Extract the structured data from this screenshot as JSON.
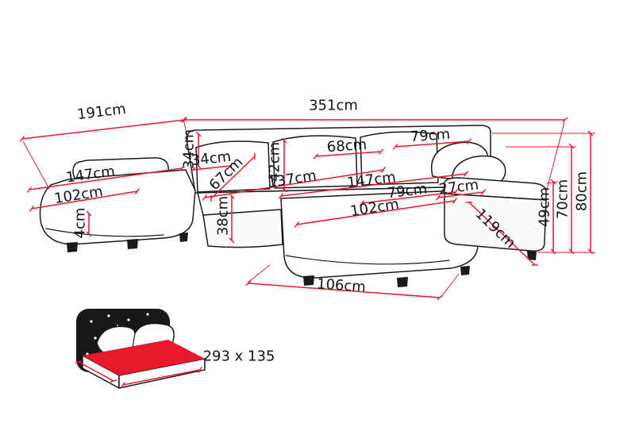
{
  "meta": {
    "accent_color": "#e8192c",
    "outline_color": "#1a1a1a",
    "background_color": "#ffffff",
    "unit": "cm"
  },
  "dims": [
    {
      "id": "left-section-depth",
      "text": "191cm"
    },
    {
      "id": "total-width",
      "text": "351cm"
    },
    {
      "id": "backrest-above-seat",
      "text": "34cm"
    },
    {
      "id": "left-armrest-width",
      "text": "34cm"
    },
    {
      "id": "left-section-length",
      "text": "147cm"
    },
    {
      "id": "left-chaise-length",
      "text": "102cm"
    },
    {
      "id": "seat-lip-height",
      "text": "4cm"
    },
    {
      "id": "left-seat-depth",
      "text": "67cm"
    },
    {
      "id": "backrest-height",
      "text": "42cm"
    },
    {
      "id": "center-seat-width",
      "text": "137cm"
    },
    {
      "id": "back-cushion-width",
      "text": "68cm"
    },
    {
      "id": "back-pillow-width",
      "text": "79cm"
    },
    {
      "id": "right-section-length",
      "text": "147cm"
    },
    {
      "id": "right-seat-width",
      "text": "79cm"
    },
    {
      "id": "right-armrest-width",
      "text": "27cm"
    },
    {
      "id": "right-chaise-length",
      "text": "102cm"
    },
    {
      "id": "seat-height",
      "text": "38cm"
    },
    {
      "id": "right-section-depth",
      "text": "119cm"
    },
    {
      "id": "right-chaise-front",
      "text": "106cm"
    },
    {
      "id": "armrest-height",
      "text": "49cm"
    },
    {
      "id": "backrest-total-height",
      "text": "70cm"
    },
    {
      "id": "overall-height",
      "text": "80cm"
    }
  ],
  "sleeping_area": {
    "text": "293 x 135"
  }
}
